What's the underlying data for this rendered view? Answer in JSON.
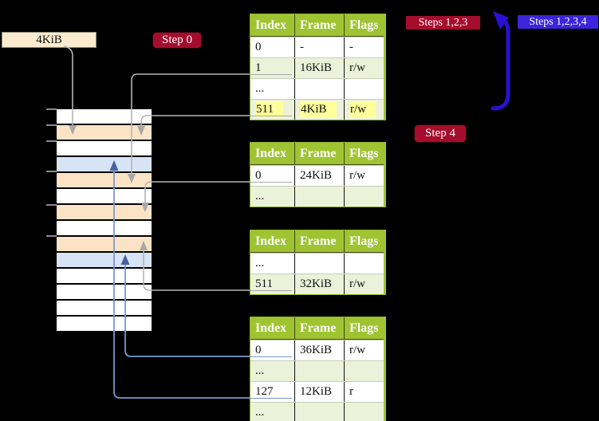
{
  "root_pointer": {
    "label": "4KiB"
  },
  "badges": {
    "step0": "Step 0",
    "steps123": "Steps 1,2,3",
    "steps1234": "Steps 1,2,3,4",
    "step4": "Step 4"
  },
  "memory": {
    "rows": [
      "free",
      "table",
      "free",
      "page",
      "table",
      "free",
      "table",
      "free",
      "table",
      "page",
      "free",
      "free",
      "free",
      "free"
    ]
  },
  "tables": [
    {
      "headers": [
        "Index",
        "Frame",
        "Flags"
      ],
      "rows": [
        {
          "cells": [
            "0",
            "-",
            "-"
          ],
          "shade": false
        },
        {
          "cells": [
            "1",
            "16KiB",
            "r/w"
          ],
          "shade": true,
          "underline": "gray"
        },
        {
          "cells": [
            "...",
            "",
            ""
          ],
          "shade": false
        },
        {
          "cells": [
            "511",
            "4KiB",
            "r/w"
          ],
          "shade": true,
          "underline": "gray",
          "highlight": true
        }
      ]
    },
    {
      "headers": [
        "Index",
        "Frame",
        "Flags"
      ],
      "rows": [
        {
          "cells": [
            "0",
            "24KiB",
            "r/w"
          ],
          "shade": false,
          "underline": "gray"
        },
        {
          "cells": [
            "...",
            "",
            ""
          ],
          "shade": true
        }
      ]
    },
    {
      "headers": [
        "Index",
        "Frame",
        "Flags"
      ],
      "rows": [
        {
          "cells": [
            "...",
            "",
            ""
          ],
          "shade": false
        },
        {
          "cells": [
            "511",
            "32KiB",
            "r/w"
          ],
          "shade": true,
          "underline": "gray"
        }
      ]
    },
    {
      "headers": [
        "Index",
        "Frame",
        "Flags"
      ],
      "rows": [
        {
          "cells": [
            "0",
            "36KiB",
            "r/w"
          ],
          "shade": false,
          "underline": "blue"
        },
        {
          "cells": [
            "...",
            "",
            ""
          ],
          "shade": true
        },
        {
          "cells": [
            "127",
            "12KiB",
            "r"
          ],
          "shade": false,
          "underline": "blue"
        },
        {
          "cells": [
            "...",
            "",
            ""
          ],
          "shade": true
        }
      ]
    }
  ],
  "colors": {
    "badge_crimson": "#A50D2D",
    "badge_indigo": "#3D24DD",
    "recursion_arrow": "#2B10D4",
    "table_header_green": "#9FC431",
    "table_row_green": "#ECF1DA",
    "highlight_yellow": "#FFFF9C",
    "memory_table_frame": "#FCE3C6",
    "memory_data_page": "#D7E4F5",
    "gray_connector": "#b5b5b5",
    "blue_connector": "#7b97cd"
  }
}
